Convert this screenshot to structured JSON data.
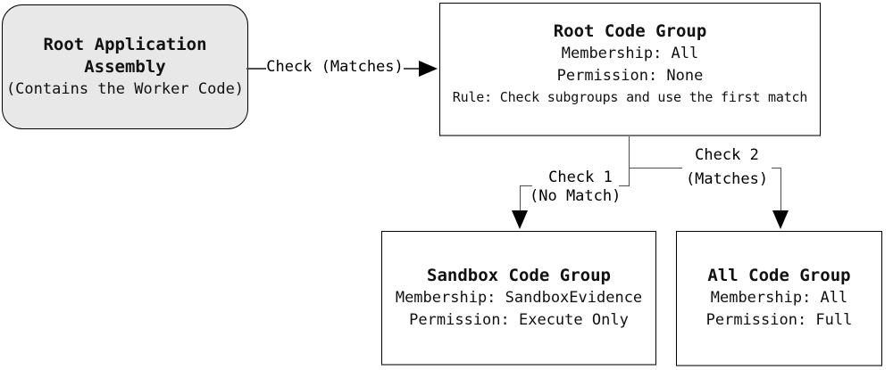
{
  "nodes": {
    "assembly": {
      "title": "Root Application Assembly",
      "note": "(Contains the Worker Code)"
    },
    "root_group": {
      "title": "Root Code Group",
      "membership": "Membership: All",
      "permission": "Permission: None",
      "rule": "Rule: Check subgroups and use the first match"
    },
    "sandbox_group": {
      "title": "Sandbox Code Group",
      "membership": "Membership: SandboxEvidence",
      "permission": "Permission: Execute Only"
    },
    "all_group": {
      "title": "All Code Group",
      "membership": "Membership: All",
      "permission": "Permission: Full"
    }
  },
  "edges": {
    "root_check": {
      "label": "Check (Matches)"
    },
    "check1": {
      "line1": "Check 1",
      "line2": "(No Match)"
    },
    "check2": {
      "line1": "Check 2",
      "line2": "(Matches)"
    }
  },
  "colors": {
    "assembly_fill": "#e8e8e8",
    "box_border": "#000000",
    "box_border_bottom": "#7a7a7a",
    "connector_line": "#4d4d4d",
    "arrow": "#000000",
    "text": "#111111"
  }
}
